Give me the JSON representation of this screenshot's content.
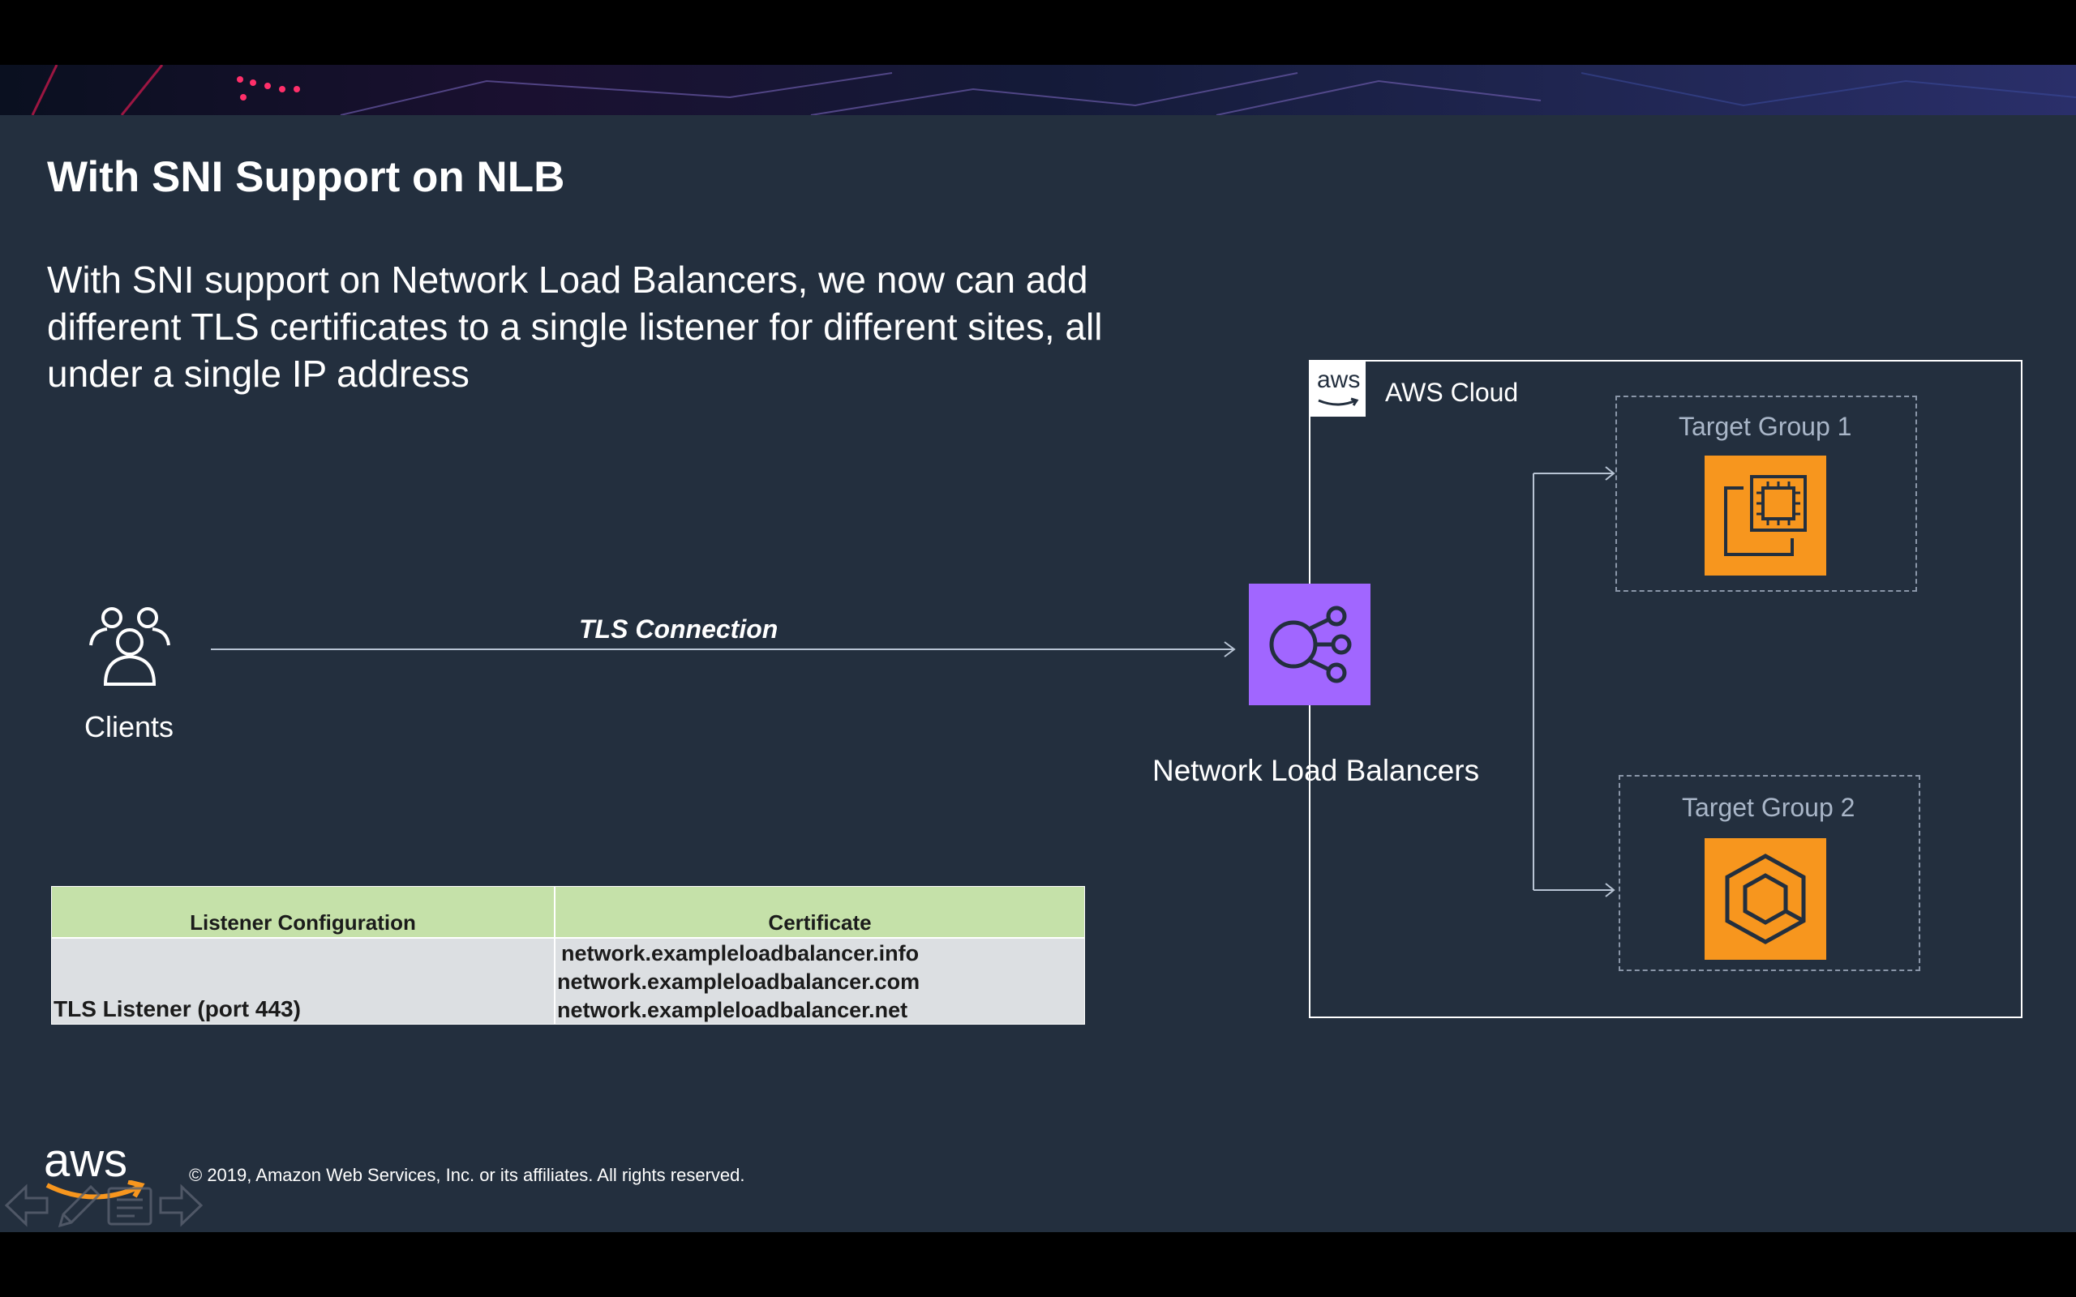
{
  "slide": {
    "title": "With SNI Support on NLB",
    "description": "With SNI support on Network Load Balancers, we now can add different TLS certificates to a single listener for different sites, all under a single IP address"
  },
  "diagram": {
    "clients_label": "Clients",
    "connection_label": "TLS Connection",
    "nlb_label": "Network Load Balancers",
    "cloud_label": "AWS Cloud",
    "aws_badge_text": "aws",
    "target_group_1": "Target Group 1",
    "target_group_2": "Target Group 2"
  },
  "table": {
    "headers": [
      "Listener Configuration",
      "Certificate"
    ],
    "listener": "TLS Listener (port 443)",
    "certificates": [
      "network.exampleloadbalancer.info",
      "network.exampleloadbalancer.com",
      "network.exampleloadbalancer.net"
    ]
  },
  "footer": {
    "logo_text": "aws",
    "copyright": "© 2019, Amazon Web Services, Inc. or its affiliates. All rights reserved."
  },
  "colors": {
    "background": "#232f3e",
    "nlb_purple": "#a166ff",
    "compute_orange": "#f7961e",
    "table_header_green": "#c5e1a9"
  },
  "icons": [
    "clients-icon",
    "network-load-balancer-icon",
    "ec2-instance-icon",
    "ecs-container-icon",
    "aws-logo",
    "prev-arrow-icon",
    "pen-icon",
    "notes-icon",
    "next-arrow-icon"
  ]
}
